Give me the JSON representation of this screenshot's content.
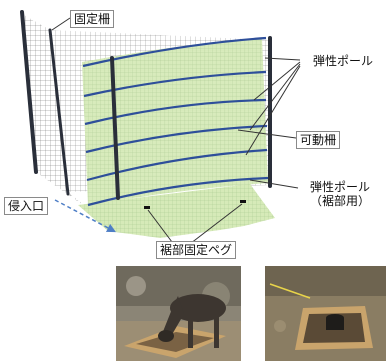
{
  "labels": {
    "fixed_fence": "固定柵",
    "elastic_pole": "弾性ポール",
    "movable_fence": "可動柵",
    "elastic_pole_hem_line1": "弾性ポール",
    "elastic_pole_hem_line2": "（裾部用）",
    "entrance": "侵入口",
    "hem_fixing_peg": "裾部固定ペグ"
  },
  "colors": {
    "movable_mesh": "#d6eab8",
    "pole": "#2a2f3a",
    "elastic_line": "#2e4f9a",
    "fixed_mesh": "#444444",
    "entrance_arrow": "#4e7ec6",
    "box_wood": "#c9a46c"
  },
  "photos": [
    {
      "description_icon": "deer-eating-photo"
    },
    {
      "description_icon": "wooden-feed-box-photo"
    }
  ]
}
